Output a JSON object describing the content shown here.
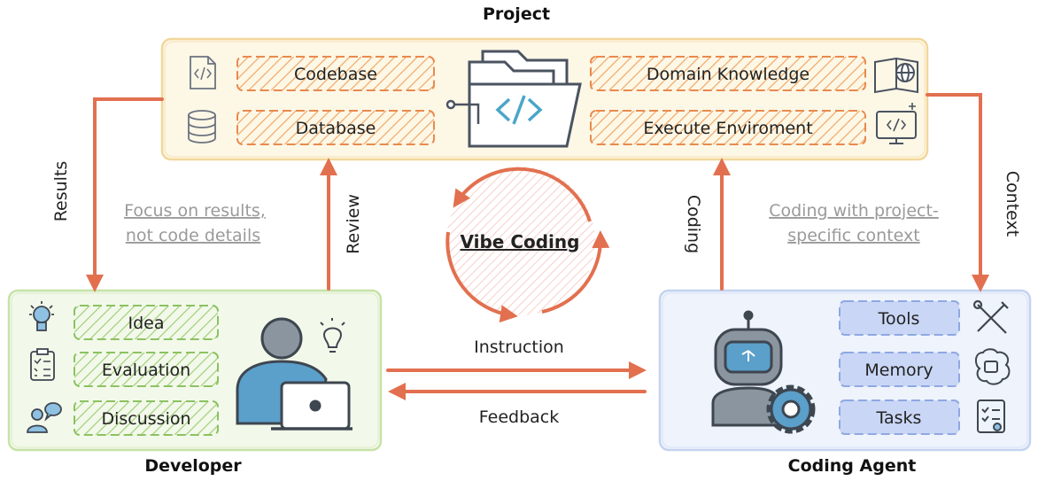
{
  "project": {
    "title": "Project",
    "items": [
      "Codebase",
      "Database",
      "Domain Knowledge",
      "Execute Enviroment"
    ]
  },
  "developer": {
    "title": "Developer",
    "items": [
      "Idea",
      "Evaluation",
      "Discussion"
    ]
  },
  "agent": {
    "title": "Coding Agent",
    "items": [
      "Tools",
      "Memory",
      "Tasks"
    ]
  },
  "center": {
    "label": "Vibe Coding"
  },
  "flows": {
    "results": "Results",
    "review": "Review",
    "coding": "Coding",
    "context": "Context",
    "instruction": "Instruction",
    "feedback": "Feedback"
  },
  "notes": {
    "left": [
      "Focus on results,",
      "not code details"
    ],
    "right": [
      "Coding with project-",
      "specific context"
    ]
  },
  "colors": {
    "project_box": "#fdf7e6",
    "developer_box": "#f3f9ea",
    "agent_box": "#eef3fc",
    "arrow": "#e2704f",
    "project_hatch": "#f0a868",
    "developer_hatch": "#9fcf7a",
    "agent_pill": "#c9d6f5"
  },
  "icons": {
    "project": [
      "code-file-icon",
      "database-icon",
      "code-folder-icon",
      "globe-book-icon",
      "monitor-code-icon"
    ],
    "developer": [
      "lightbulb-icon",
      "checklist-icon",
      "chat-users-icon",
      "person-laptop-icon",
      "idea-bulb-icon"
    ],
    "agent": [
      "robot-icon",
      "gear-icon",
      "tools-icon",
      "brain-chip-icon",
      "task-list-icon"
    ]
  }
}
